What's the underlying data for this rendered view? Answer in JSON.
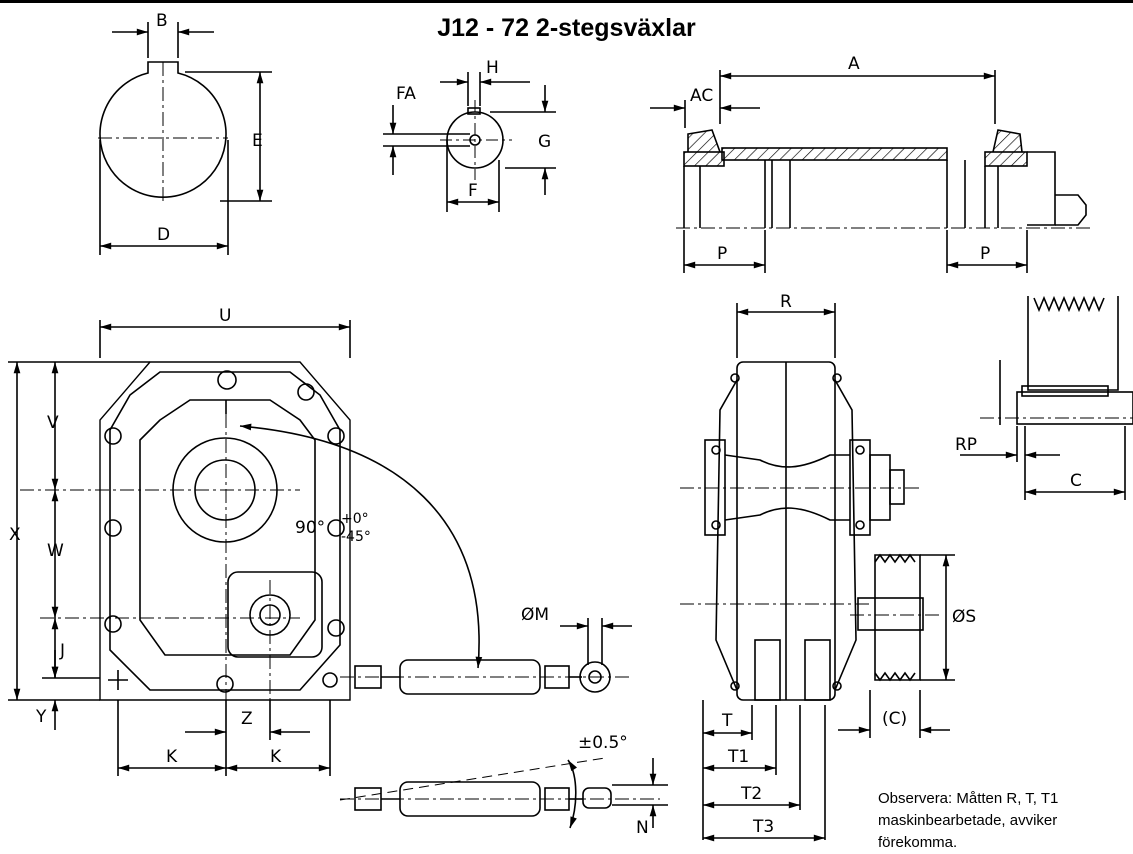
{
  "title": "J12 - 72 2-stegsväxlar",
  "labels": {
    "B": "B",
    "E": "E",
    "D": "D",
    "FA": "FA",
    "H": "H",
    "G": "G",
    "F": "F",
    "A": "A",
    "AC": "AC",
    "P_left": "P",
    "P_right": "P",
    "U": "U",
    "V": "V",
    "W": "W",
    "X": "X",
    "J": "J",
    "Y": "Y",
    "Z": "Z",
    "K_left": "K",
    "K_right": "K",
    "angle_main": "90°",
    "angle_plus": "+0°",
    "angle_minus": "-45°",
    "PhiM": "ØM",
    "tol": "±0.5°",
    "N": "N",
    "R": "R",
    "RP": "RP",
    "C": "C",
    "PhiS": "ØS",
    "C_paren": "(C)",
    "T": "T",
    "T1": "T1",
    "T2": "T2",
    "T3": "T3"
  },
  "note": {
    "line1": "Observera: Måtten R, T, T1",
    "line2": "maskinbearbetade, avviker",
    "line3": "förekomma."
  }
}
